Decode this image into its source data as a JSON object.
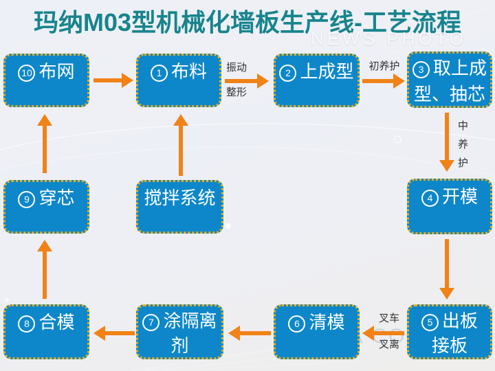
{
  "title": "玛纳M03型机械化墙板生产线-工艺流程",
  "watermarks": {
    "top": "NEWS PHOTO",
    "bottom": "MANA COMPANY"
  },
  "colors": {
    "box_bg": "#0d87c9",
    "box_border": "#efb012",
    "arrow": "#f08217",
    "title": "#17848d",
    "edge_label": "#333333"
  },
  "nodes": {
    "step1": {
      "num": "1",
      "label": "布料"
    },
    "step2": {
      "num": "2",
      "label": "上成型"
    },
    "step3": {
      "num": "3",
      "label": "取上成型、抽芯"
    },
    "step4": {
      "num": "4",
      "label": "开模"
    },
    "step5": {
      "num": "5",
      "label": "出板\n接板"
    },
    "step6": {
      "num": "6",
      "label": "清模"
    },
    "step7": {
      "num": "7",
      "label": "涂隔离剂"
    },
    "step8": {
      "num": "8",
      "label": "合模"
    },
    "step9": {
      "num": "9",
      "label": "穿芯"
    },
    "step10": {
      "num": "10",
      "label": "布网"
    },
    "mixer": {
      "num": "",
      "label": "搅拌系统"
    }
  },
  "edges": {
    "vibration_shaping": {
      "line1": "振动",
      "line2": "整形"
    },
    "initial_curing": {
      "label": "初养护"
    },
    "middle_curing": {
      "label": "中养护"
    },
    "forklift": {
      "line1": "叉车",
      "line2": "叉离"
    }
  }
}
